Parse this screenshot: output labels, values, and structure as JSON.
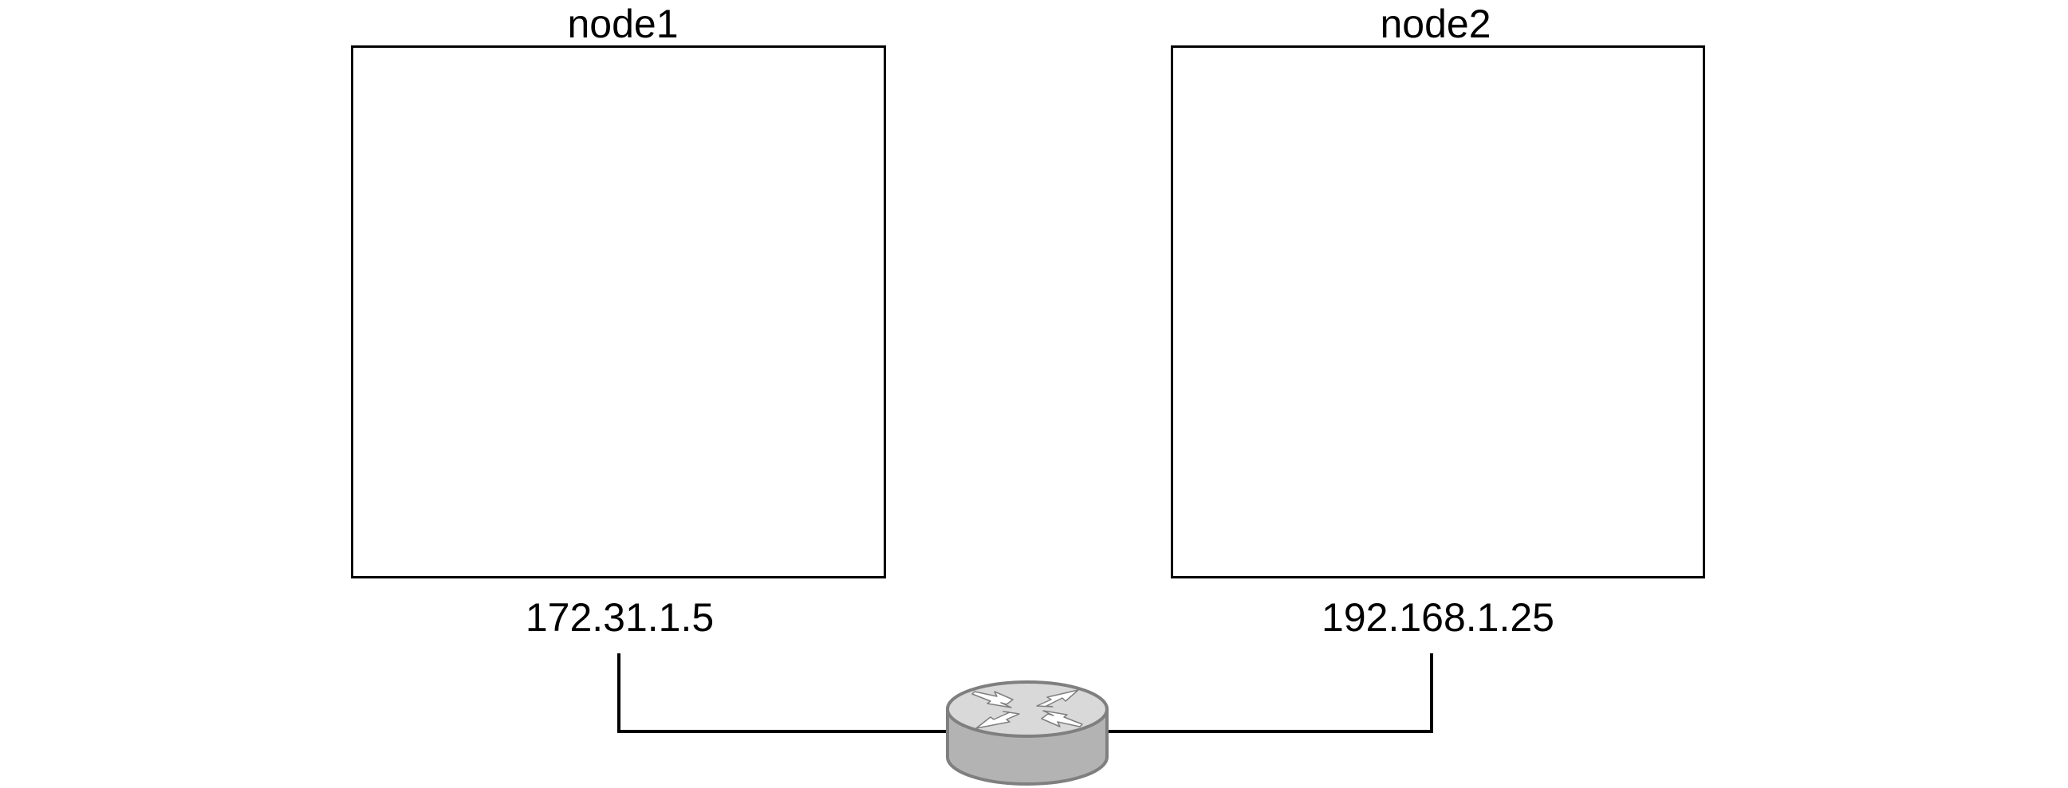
{
  "nodes": [
    {
      "name": "node1",
      "ip": "172.31.1.5"
    },
    {
      "name": "node2",
      "ip": "192.168.1.25"
    }
  ],
  "router": {
    "icon": "router-icon",
    "body_color": "#b3b3b3",
    "top_color": "#d9d9d9",
    "outline_color": "#7f7f7f",
    "arrow_color": "#ffffff"
  },
  "link_color": "#000000"
}
